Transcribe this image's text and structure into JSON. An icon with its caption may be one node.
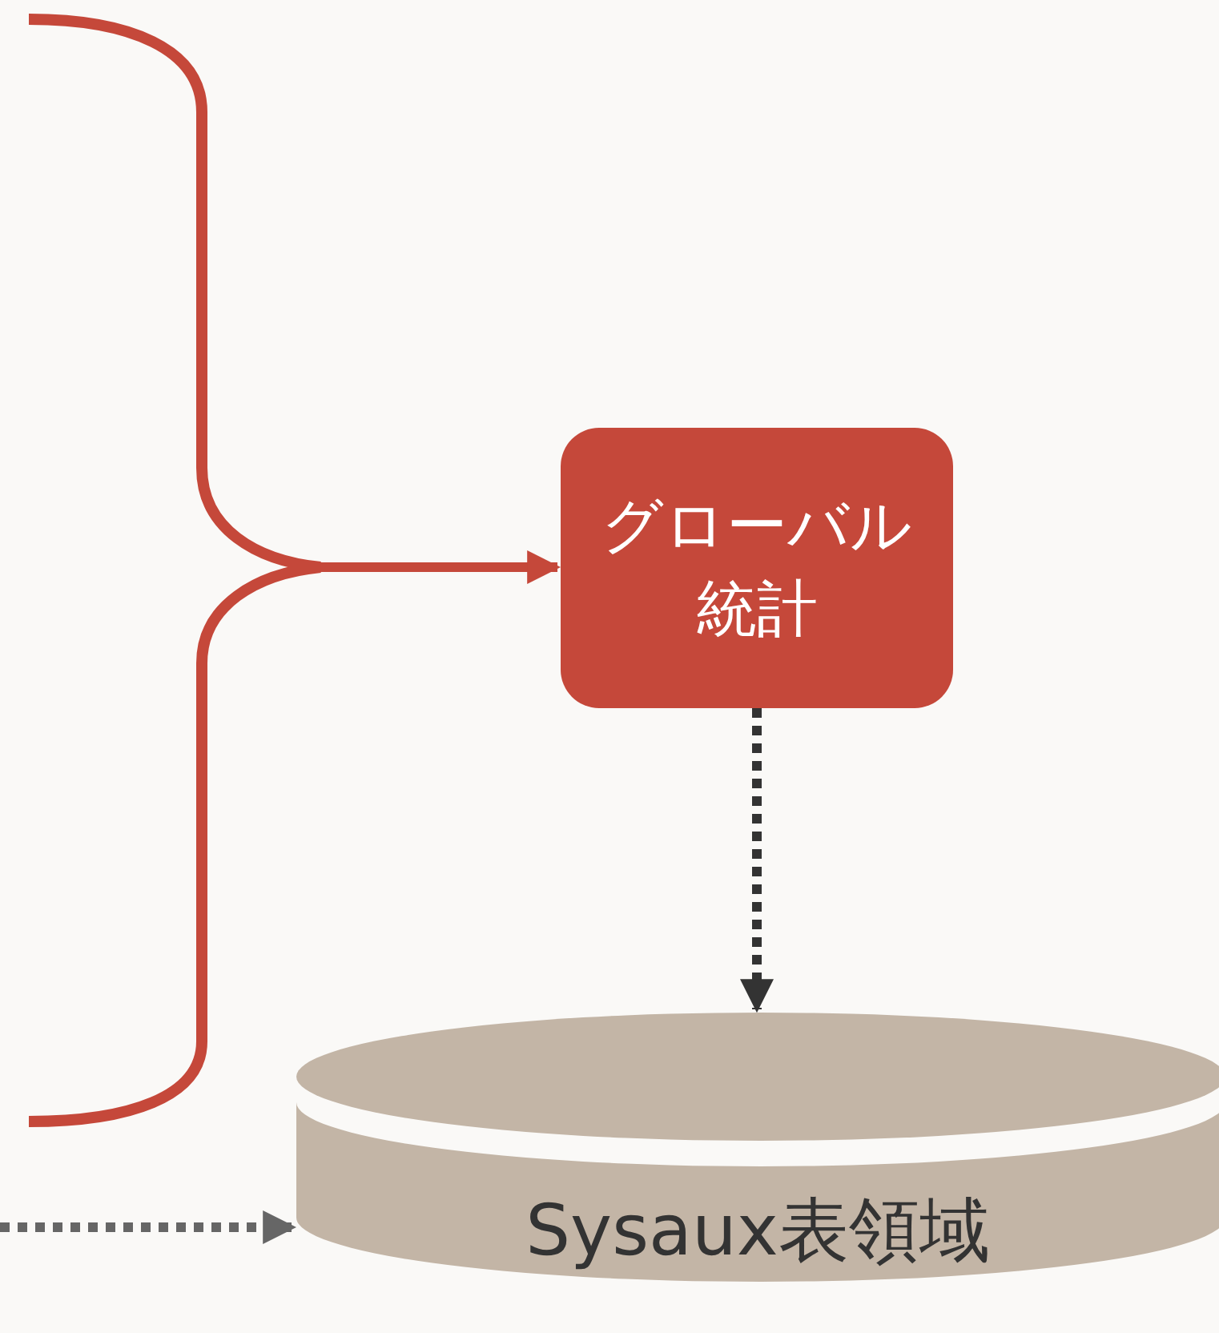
{
  "diagram": {
    "nodes": [
      {
        "text": [
          "グローバル統計"
        ]
      },
      {
        "text": [
          "Sysaux表領域"
        ]
      }
    ],
    "edges": [
      {
        "from": null,
        "to": 0,
        "arrow": "to",
        "color": "#c5483a"
      },
      {
        "from": 0,
        "to": 1,
        "arrow": "to",
        "style": "dashed",
        "color": "#333333"
      },
      {
        "from": null,
        "to": 1,
        "arrow": "to",
        "style": "dashed",
        "color": "#666666"
      }
    ]
  }
}
